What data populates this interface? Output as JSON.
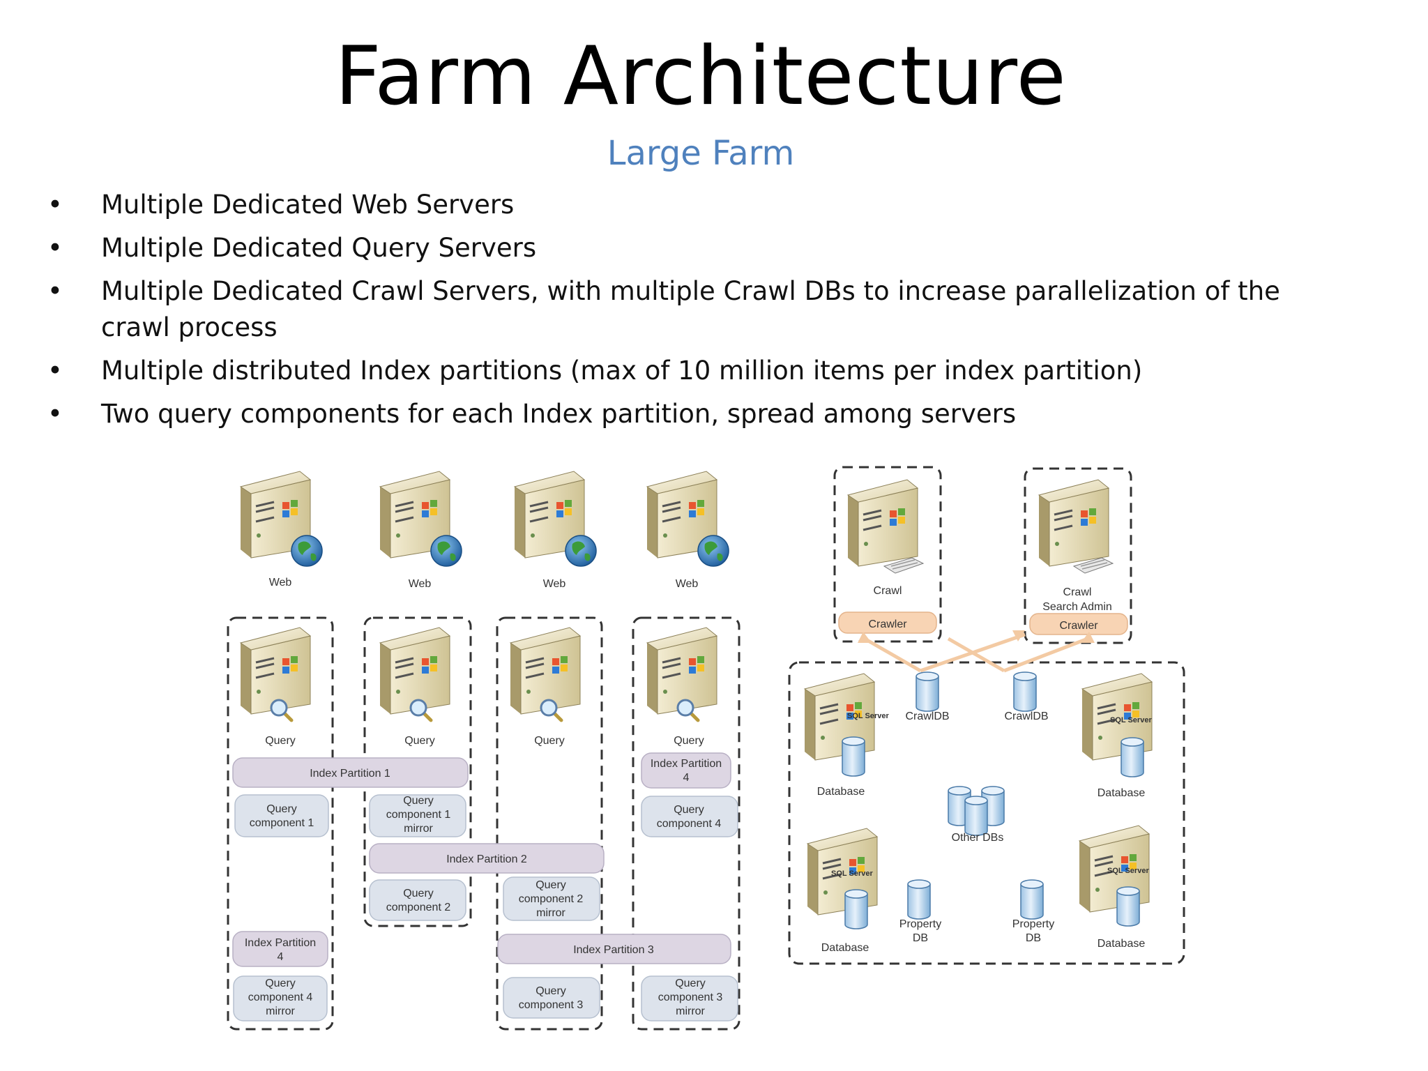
{
  "slide": {
    "title": "Farm Architecture",
    "subtitle": "Large Farm",
    "bullets": [
      "Multiple Dedicated Web Servers",
      "Multiple Dedicated Query Servers",
      "Multiple Dedicated Crawl Servers, with multiple Crawl DBs to increase parallelization of the crawl process",
      "Multiple distributed Index partitions (max of 10 million items per index partition)",
      "Two query components for each Index partition, spread among servers"
    ],
    "bullet_char": "•"
  },
  "diagram": {
    "web_servers": [
      "Web",
      "Web",
      "Web",
      "Web"
    ],
    "query_servers": [
      "Query",
      "Query",
      "Query",
      "Query"
    ],
    "index_partitions": {
      "p1": "Index Partition 1",
      "p2": "Index Partition 2",
      "p3": "Index Partition 3",
      "p4_col1_l1": "Index Partition",
      "p4_col1_l2": "4",
      "p4_col4_l1": "Index Partition",
      "p4_col4_l2": "4"
    },
    "query_components": {
      "qc1_l1": "Query",
      "qc1_l2": "component 1",
      "qc1m_l1": "Query",
      "qc1m_l2": "component 1",
      "qc1m_l3": "mirror",
      "qc4_l1": "Query",
      "qc4_l2": "component 4",
      "qc2_l1": "Query",
      "qc2_l2": "component 2",
      "qc2m_l1": "Query",
      "qc2m_l2": "component 2",
      "qc2m_l3": "mirror",
      "qc4m_l1": "Query",
      "qc4m_l2": "component 4",
      "qc4m_l3": "mirror",
      "qc3_l1": "Query",
      "qc3_l2": "component 3",
      "qc3m_l1": "Query",
      "qc3m_l2": "component 3",
      "qc3m_l3": "mirror"
    },
    "crawl": {
      "server1": "Crawl",
      "server2_l1": "Crawl",
      "server2_l2": "Search Admin",
      "crawler1": "Crawler",
      "crawler2": "Crawler",
      "crawldb1": "CrawlDB",
      "crawldb2": "CrawlDB"
    },
    "databases": {
      "db_tl": "Database",
      "db_tr": "Database",
      "db_bl": "Database",
      "db_br": "Database",
      "other": "Other DBs",
      "prop1_l1": "Property",
      "prop1_l2": "DB",
      "prop2_l1": "Property",
      "prop2_l2": "DB",
      "sql_brand": "SQL Server"
    },
    "colors": {
      "server_body": "#e6dcb8",
      "partition_fill": "#ddd6e3",
      "component_fill": "#dde3ec",
      "crawler_fill": "#f8d4b4",
      "db_fill": "#cde0f0",
      "globe": "#2f78b8",
      "dash_border": "#333333"
    }
  }
}
